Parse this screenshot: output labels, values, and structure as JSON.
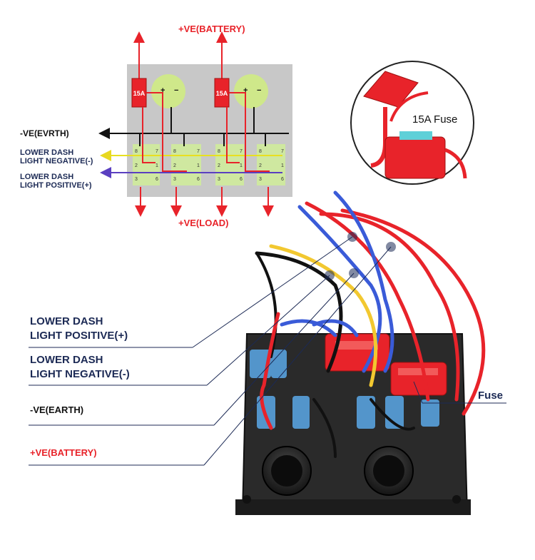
{
  "diagram": {
    "top_battery_label": "+VE(BATTERY)",
    "vevrth_label": "-VE(EVRTH)",
    "lower_dash_negative_small": [
      "LOWER DASH",
      "LIGHT NEGATIVE(-)"
    ],
    "lower_dash_positive_small": [
      "LOWER DASH",
      "LIGHT POSITIVE(+)"
    ],
    "load_label": "+VE(LOAD)",
    "fuse_box_label_left": "15A",
    "fuse_box_label_right": "15A",
    "socket_plus": "+",
    "socket_minus": "−",
    "pins": [
      "8",
      "7",
      "2",
      "1",
      "3",
      "6"
    ]
  },
  "inset": {
    "fuse_callout": "15A Fuse"
  },
  "photo_labels": {
    "lower_dash_positive": [
      "LOWER DASH",
      "LIGHT POSITIVE(+)"
    ],
    "lower_dash_negative": [
      "LOWER DASH",
      "LIGHT NEGATIVE(-)"
    ],
    "ve_earth": "-VE(EARTH)",
    "ve_battery": "+VE(BATTERY)",
    "fuse": "Fuse"
  },
  "colors": {
    "red": "#e8232a",
    "black": "#111111",
    "yellow": "#f2e64a",
    "blue": "#3a5bd8",
    "purple": "#5a3fc0",
    "navy": "#1c2a55",
    "panel_grey": "#c8c8c8",
    "relay_green": "#cfe8a0",
    "socket_green": "#cfe88a"
  }
}
